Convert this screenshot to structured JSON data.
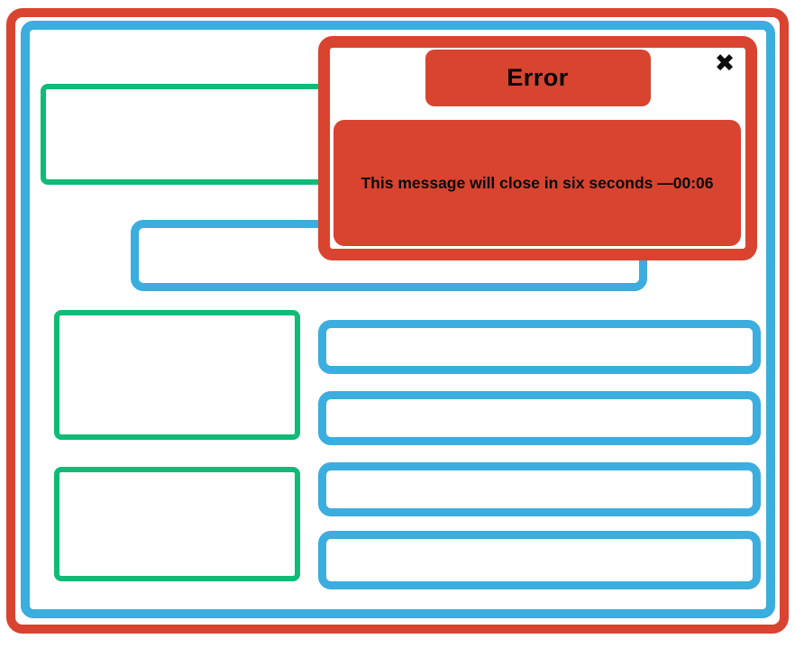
{
  "palette": {
    "accent_red": "#d84430",
    "accent_blue": "#3badde",
    "accent_green": "#10ba77",
    "text_black": "#0a0a0a",
    "surface_white": "#ffffff"
  },
  "modal": {
    "title": "Error",
    "message": "This message will close in six seconds —",
    "countdown": "00:06",
    "close_icon": "✖"
  }
}
